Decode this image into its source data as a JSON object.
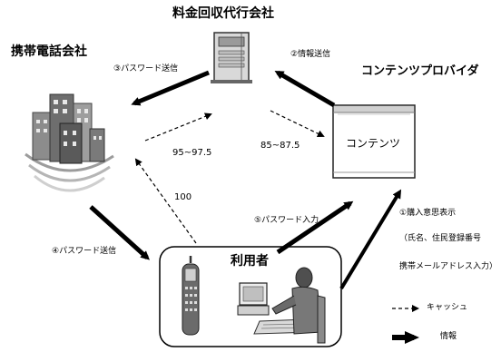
{
  "nodes": {
    "collection_agency": "料金回収代行会社",
    "mobile_carrier": "携帯電話会社",
    "content_provider": "コンテンツプロバイダ",
    "content_window": "コンテンツ",
    "user": "利用者"
  },
  "flows": {
    "info_send": "②情報送信",
    "password_send_3": "③パスワード送信",
    "password_send_4": "④パスワード送信",
    "password_input": "⑤パスワード入力",
    "purchase_intent": "①購入意思表示",
    "purchase_details_1": "（氏名、住民登録番号",
    "purchase_details_2": "携帯メールアドレス入力）"
  },
  "amounts": {
    "carrier_to_agency": "95~97.5",
    "agency_to_provider": "85~87.5",
    "user_to_carrier": "100"
  },
  "legend": {
    "cash": "キャッシュ",
    "info": "情報"
  }
}
